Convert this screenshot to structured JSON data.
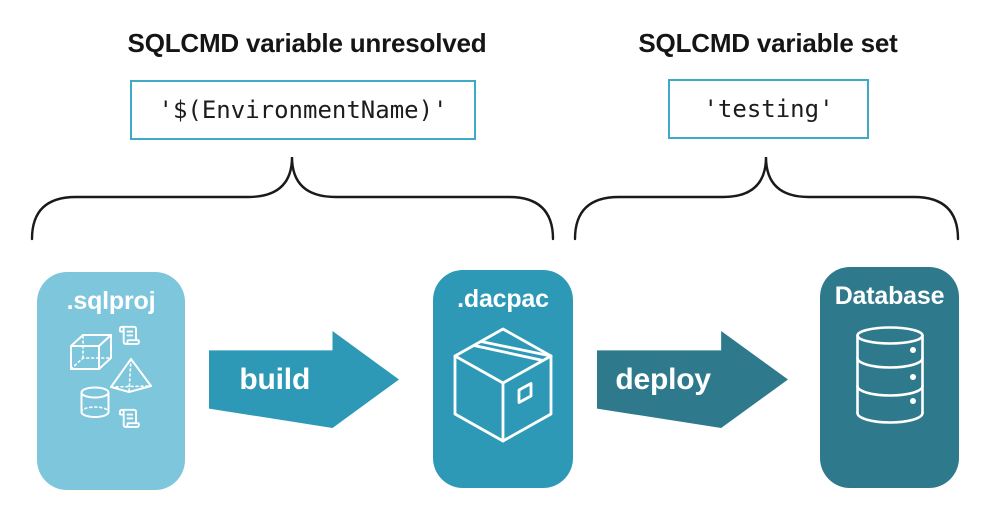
{
  "annotations": {
    "unresolved": {
      "heading": "SQLCMD variable unresolved",
      "code": "'$(EnvironmentName)'"
    },
    "set": {
      "heading": "SQLCMD variable set",
      "code": "'testing'"
    }
  },
  "pipeline": {
    "sqlproj": {
      "label": ".sqlproj",
      "icons": [
        "cube-icon",
        "scroll-icon",
        "pyramid-icon",
        "cylinder-icon",
        "scroll-icon"
      ]
    },
    "build": {
      "label": "build"
    },
    "dacpac": {
      "label": ".dacpac",
      "icon": "package-icon"
    },
    "deploy": {
      "label": "deploy"
    },
    "database": {
      "label": "Database",
      "icon": "database-icon"
    }
  },
  "colors": {
    "code_border": "#3FA9C6",
    "brace": "#1a1a1a",
    "sqlproj_fill": "#7EC6DB",
    "build_fill": "#2E99B6",
    "dacpac_fill": "#2E99B6",
    "deploy_fill": "#2E7A8C",
    "database_fill": "#2E7A8C",
    "label_text": "#FFFFFF",
    "heading_text": "#151515"
  }
}
